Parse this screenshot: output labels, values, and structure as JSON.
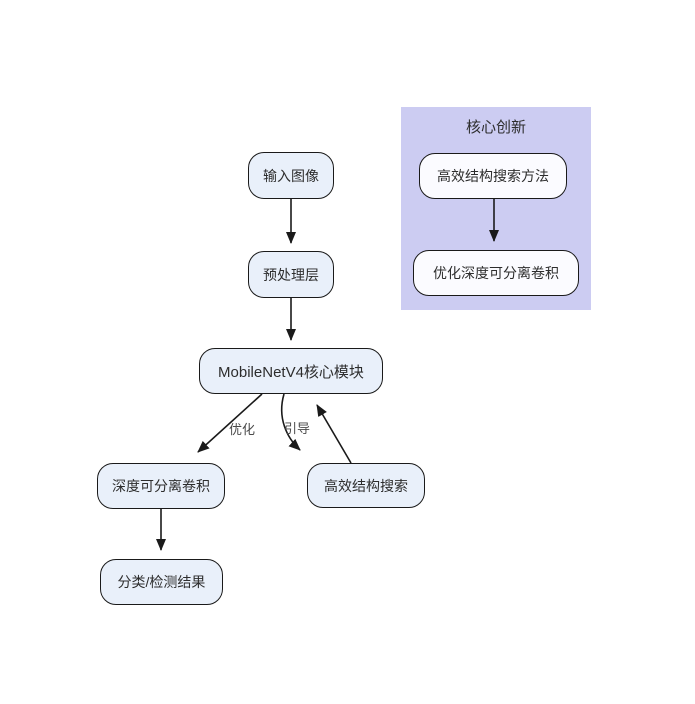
{
  "diagram": {
    "nodes": {
      "input": {
        "label": "输入图像"
      },
      "preprocess": {
        "label": "预处理层"
      },
      "core": {
        "label": "MobileNetV4核心模块"
      },
      "dsconv": {
        "label": "深度可分离卷积"
      },
      "result": {
        "label": "分类/检测结果"
      },
      "nas": {
        "label": "高效结构搜索"
      }
    },
    "edge_labels": {
      "optimize": "优化",
      "guide": "引导"
    },
    "innovation_panel": {
      "title": "核心创新",
      "nodes": {
        "nas_method": {
          "label": "高效结构搜索方法"
        },
        "opt_dsconv": {
          "label": "优化深度可分离卷积"
        }
      }
    },
    "colors": {
      "node_fill": "#e9f0fa",
      "node_border": "#1a1a1a",
      "panel_fill": "#ccccf2",
      "panel_node_fill": "#fbfbff",
      "edge": "#1a1a1a",
      "edge_label_text": "#4a4a4a",
      "text": "#2d2d2d",
      "background": "#ffffff"
    }
  }
}
